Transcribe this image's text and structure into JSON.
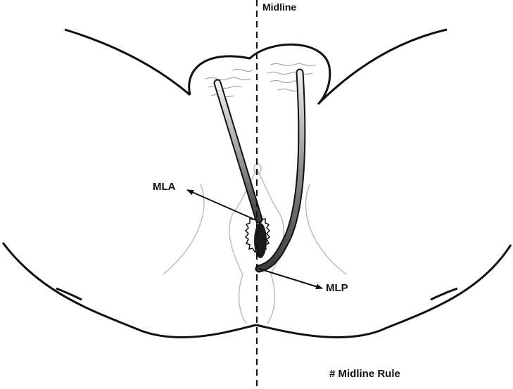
{
  "labels": {
    "midline": "Midline",
    "mla": "MLA",
    "mlp": "MLP",
    "caption": "# Midline Rule"
  },
  "colors": {
    "outline": "#111111",
    "soft_tissue": "#bdbdbd",
    "drain_light": "#e6e6e6",
    "drain_dark": "#555555",
    "opening": "#1a1a1a"
  },
  "icons": {
    "arrow": "arrowhead"
  }
}
